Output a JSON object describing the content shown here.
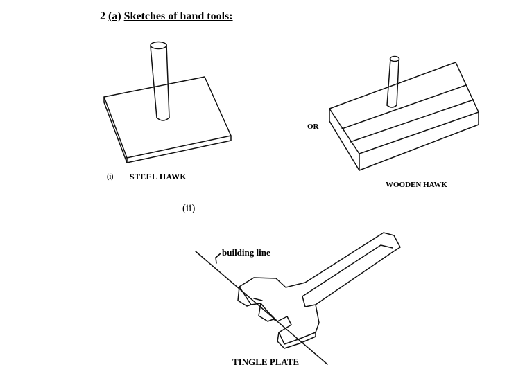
{
  "heading": {
    "number": "2",
    "part": "(a)",
    "title": "Sketches of hand tools:"
  },
  "figures": {
    "steel_hawk": {
      "index": "(i)",
      "label": "STEEL HAWK"
    },
    "or_label": "OR",
    "wooden_hawk": {
      "label": "WOODEN HAWK"
    },
    "part_ii": {
      "index": "(ii)"
    },
    "tingle": {
      "callout": "building line",
      "label": "TINGLE PLATE"
    }
  }
}
